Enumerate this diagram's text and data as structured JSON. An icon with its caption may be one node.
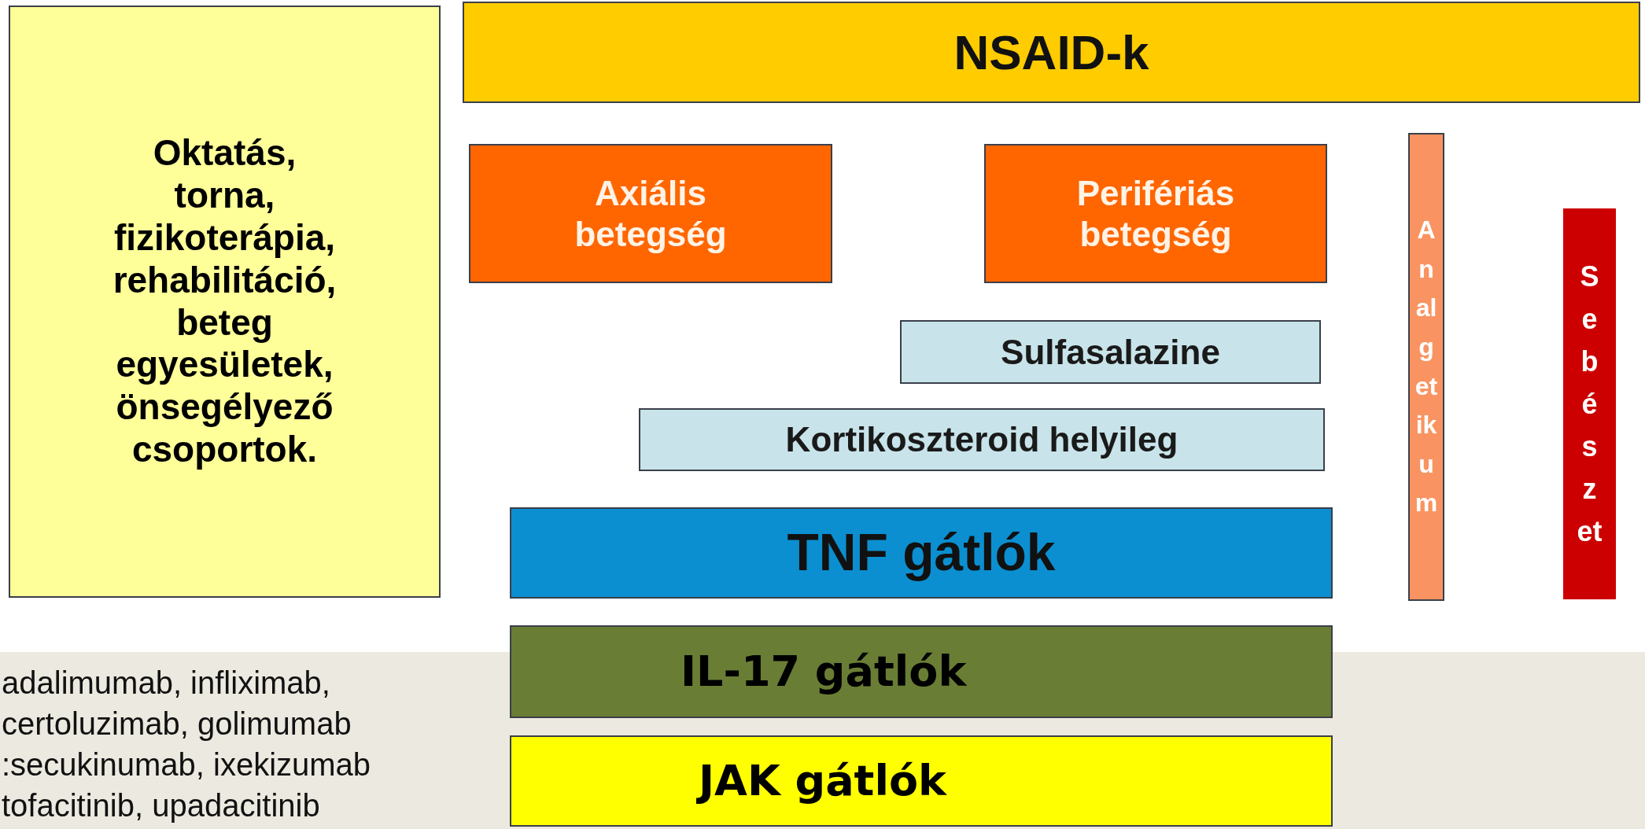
{
  "diagram": {
    "nodes": [
      {
        "text": [
          "Oktatás, torna, fizikoterápia, rehabilitáció, beteg egyesületek, önsegélyező csoportok."
        ]
      },
      {
        "text": [
          "NSAID-k"
        ]
      },
      {
        "text": [
          "Axiális betegség"
        ]
      },
      {
        "text": [
          "Perifériás betegség"
        ]
      },
      {
        "text": [
          "Analgetikum"
        ]
      },
      {
        "text": [
          "Sebészet"
        ]
      },
      {
        "text": [
          "Sulfasalazine"
        ]
      },
      {
        "text": [
          "Kortikoszteroid helyileg"
        ]
      },
      {
        "text": [
          "TNF gátlók"
        ]
      },
      {
        "text": [
          "IL-17 gátlók"
        ]
      },
      {
        "text": [
          "JAK gátlók"
        ]
      }
    ],
    "labels": [
      "adalimumab, infliximab,",
      "certoluzimab, golimumab",
      ":secukinumab, ixekizumab",
      "tofacitinib, upadacitinib"
    ]
  }
}
